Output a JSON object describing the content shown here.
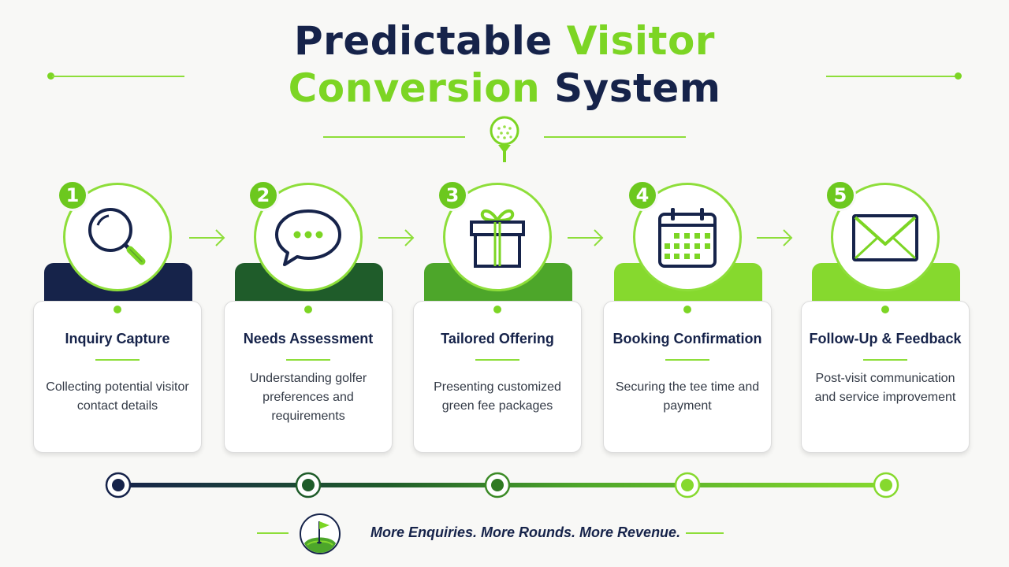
{
  "title": {
    "line1_part1": "Predictable",
    "line1_part2": "Visitor",
    "line2_part1": "Conversion",
    "line2_part2": "System"
  },
  "colors": {
    "navy": "#16234a",
    "lime": "#7cd524",
    "dark_green": "#1f5c2a",
    "mid_green": "#4da62a",
    "light_green": "#86d92e"
  },
  "steps": [
    {
      "number": "1",
      "title": "Inquiry Capture",
      "description": "Collecting potential visitor contact details",
      "icon": "magnifier-icon",
      "color": "#16234a"
    },
    {
      "number": "2",
      "title": "Needs Assessment",
      "description": "Understanding golfer preferences and requirements",
      "icon": "speech-bubble-icon",
      "color": "#1f5c2a"
    },
    {
      "number": "3",
      "title": "Tailored Offering",
      "description": "Presenting customized green fee packages",
      "icon": "gift-icon",
      "color": "#4da62a"
    },
    {
      "number": "4",
      "title": "Booking Confirmation",
      "description": "Securing the tee time and payment",
      "icon": "calendar-icon",
      "color": "#86d92e"
    },
    {
      "number": "5",
      "title": "Follow-Up & Feedback",
      "description": "Post-visit communication and service improvement",
      "icon": "envelope-icon",
      "color": "#86d92e"
    }
  ],
  "tagline": "More Enquiries. More Rounds. More Revenue."
}
